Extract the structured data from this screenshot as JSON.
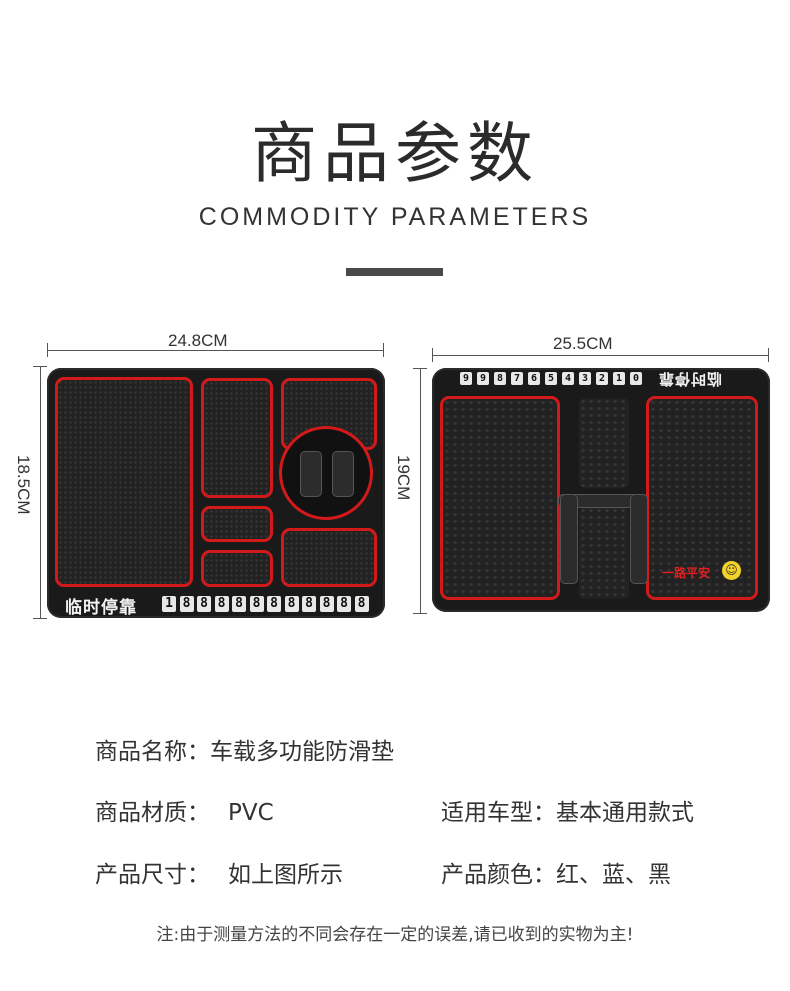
{
  "header": {
    "title": "商品参数",
    "subtitle": "COMMODITY PARAMETERS"
  },
  "left_mat": {
    "width_label": "24.8CM",
    "height_label": "18.5CM",
    "label": "临时停靠",
    "digits": [
      "1",
      "8",
      "8",
      "8",
      "8",
      "8",
      "8",
      "8",
      "8",
      "8",
      "8",
      "8"
    ]
  },
  "right_mat": {
    "width_label": "25.5CM",
    "height_label": "19CM",
    "label": "临时停靠",
    "digits": [
      "9",
      "9",
      "8",
      "7",
      "6",
      "5",
      "4",
      "3",
      "2",
      "1",
      "0"
    ],
    "badge": "一路平安",
    "smiley": "☺"
  },
  "specs": {
    "name_label": "商品名称：",
    "name_value": "车载多功能防滑垫",
    "material_label": "商品材质：",
    "material_value": "PVC",
    "vehicle_label": "适用车型：",
    "vehicle_value": "基本通用款式",
    "size_label": "产品尺寸：",
    "size_value": "如上图所示",
    "color_label": "产品颜色：",
    "color_value": "红、蓝、黑"
  },
  "note": "注:由于测量方法的不同会存在一定的误差,请已收到的实物为主!",
  "colors": {
    "accent_red": "#d21a1a",
    "mat_black": "#1a1a1a",
    "divider": "#4a4a4a"
  }
}
